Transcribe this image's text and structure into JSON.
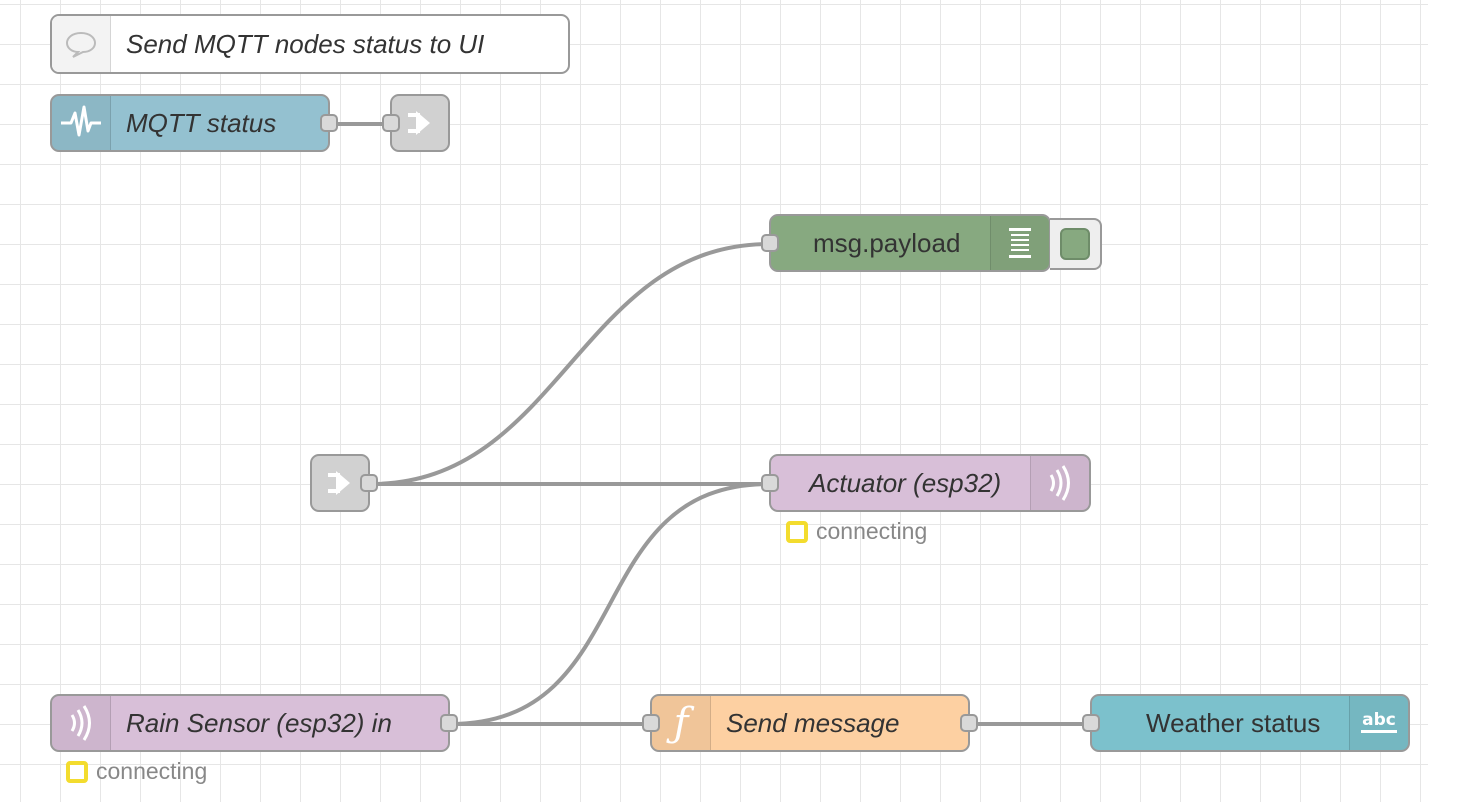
{
  "flow": {
    "comment": {
      "label": "Send MQTT nodes status to UI",
      "icon": "speech-bubble-icon"
    },
    "status_node": {
      "label": "MQTT status",
      "icon": "heartbeat-icon",
      "color": "#94c1d0"
    },
    "link_out_node": {
      "icon": "link-arrow-icon",
      "color": "#dddddd"
    },
    "link_in_node": {
      "icon": "link-arrow-icon",
      "color": "#dddddd"
    },
    "debug_node": {
      "label": "msg.payload",
      "icon": "list-lines-icon",
      "color": "#87a980"
    },
    "actuator_node": {
      "label": "Actuator (esp32)",
      "icon": "wireless-icon",
      "color": "#d8bfd8",
      "status": "connecting",
      "status_color": "#f3dc2e"
    },
    "sensor_node": {
      "label": "Rain Sensor (esp32) in",
      "icon": "wireless-icon",
      "color": "#d8bfd8",
      "status": "connecting",
      "status_color": "#f3dc2e"
    },
    "function_node": {
      "label": "Send message",
      "icon": "function-icon",
      "color": "#fdd0a2"
    },
    "text_node": {
      "label": "Weather status",
      "icon": "abc-text-icon",
      "color": "#7cc1cc"
    }
  }
}
